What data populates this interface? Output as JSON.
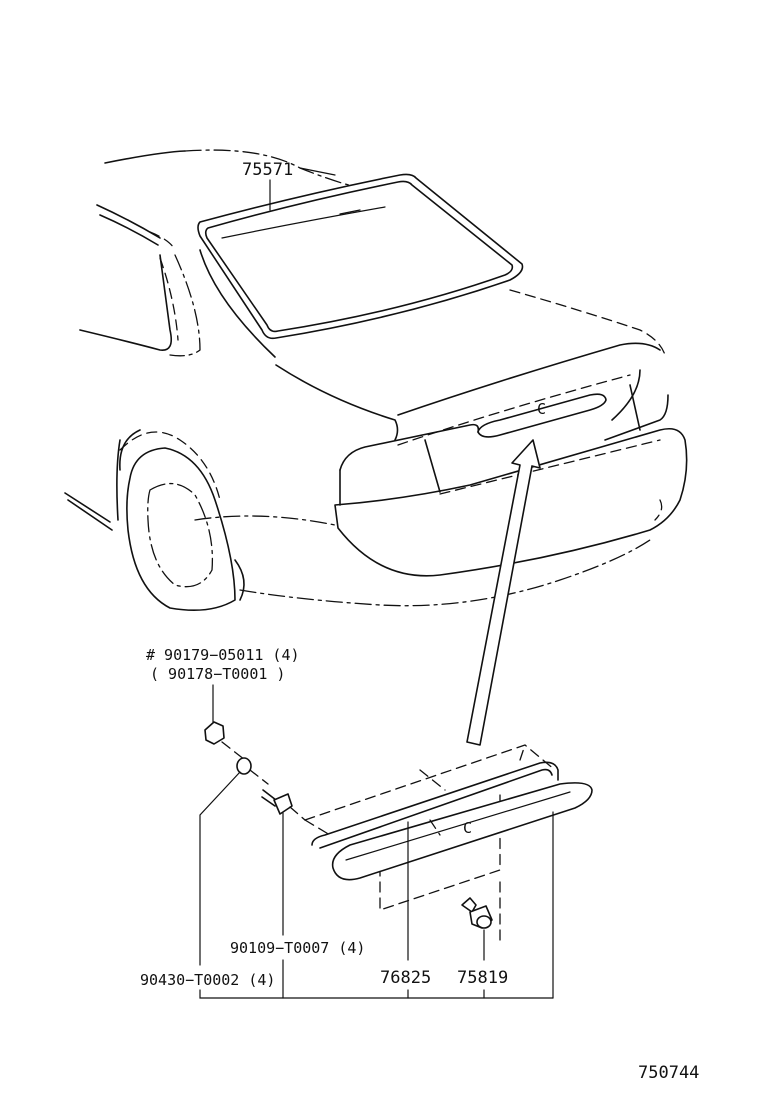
{
  "parts": {
    "rear_window_weatherstrip": "75571",
    "bolt_primary": "# 90179−05011 (4)",
    "bolt_alternate": "( 90178−T0001 )",
    "screw": "90109−T0007 (4)",
    "washer": "90430−T0002 (4)",
    "garnish": "76825",
    "clip": "75819"
  },
  "figure_number": "750744",
  "emblem_letter": "C"
}
